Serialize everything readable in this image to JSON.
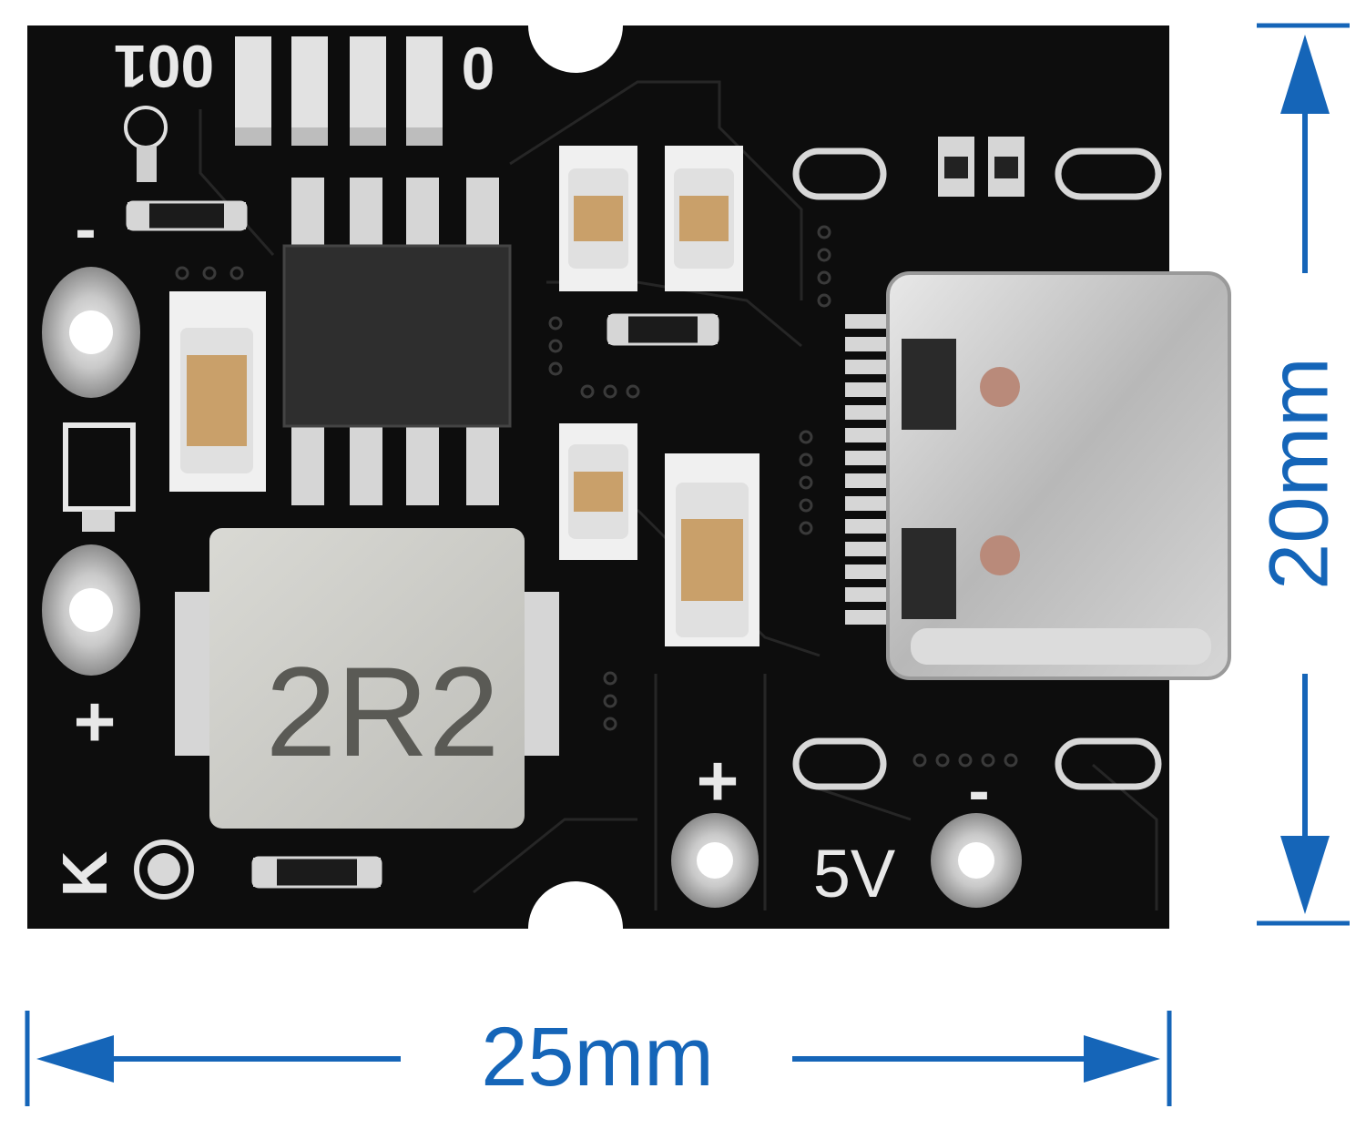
{
  "board": {
    "labels": {
      "top_left_digits": "001",
      "top_right_digit": "0",
      "minus_left": "-",
      "plus_left": "+",
      "k_mark": "K",
      "inductor_code": "2R2",
      "plus_out": "+",
      "five_v": "5V",
      "minus_out": "-"
    }
  },
  "dimensions": {
    "width_label": "25mm",
    "height_label": "20mm"
  },
  "colors": {
    "pcb": "#0d0d0d",
    "dimension": "#1565b8",
    "copper": "#d4a66b",
    "silver": "#c4c4c4"
  }
}
